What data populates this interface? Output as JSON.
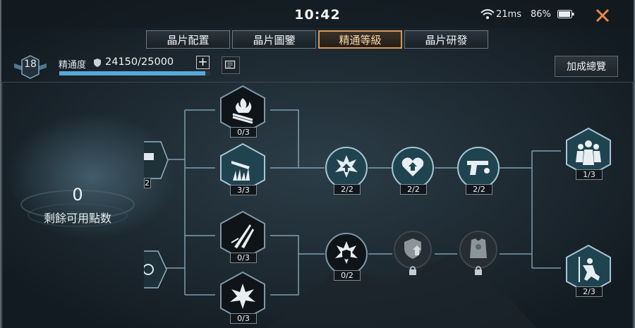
{
  "status": {
    "time": "10:42",
    "ping": "21ms",
    "battery": "86%"
  },
  "tabs": [
    {
      "label": "晶片配置",
      "active": false
    },
    {
      "label": "晶片圖鑒",
      "active": false
    },
    {
      "label": "精通等級",
      "active": true
    },
    {
      "label": "晶片研發",
      "active": false
    }
  ],
  "mastery": {
    "level": "18",
    "label": "精通度",
    "value": "24150/25000",
    "progress": 0.966
  },
  "bonus_button": "加成總覽",
  "points": {
    "value": "0",
    "label": "剩餘可用點数"
  },
  "partial_nodes": [
    {
      "label": "2"
    }
  ],
  "nodes": [
    {
      "id": "flame-ammo",
      "label": "0/3",
      "icon": "flame-ammo-icon",
      "state": "available"
    },
    {
      "id": "grass-blade",
      "label": "3/3",
      "icon": "grass-blade-icon",
      "state": "maxed"
    },
    {
      "id": "blades",
      "label": "0/3",
      "icon": "blades-icon",
      "state": "available"
    },
    {
      "id": "explosion",
      "label": "0/3",
      "icon": "explosion-icon",
      "state": "available"
    },
    {
      "id": "burst-up",
      "label": "2/2",
      "icon": "burst-up-icon",
      "state": "maxed"
    },
    {
      "id": "heart-up",
      "label": "2/2",
      "icon": "heart-up-icon",
      "state": "maxed"
    },
    {
      "id": "pistol",
      "label": "2/2",
      "icon": "pistol-icon",
      "state": "maxed"
    },
    {
      "id": "team",
      "label": "1/3",
      "icon": "team-icon",
      "state": "available"
    },
    {
      "id": "burst-shield",
      "label": "0/2",
      "icon": "burst-shield-icon",
      "state": "available"
    },
    {
      "id": "shield-up",
      "label": "",
      "icon": "shield-up-icon",
      "state": "locked"
    },
    {
      "id": "armor",
      "label": "",
      "icon": "armor-vest-icon",
      "state": "locked"
    },
    {
      "id": "kneel",
      "label": "2/3",
      "icon": "kneel-icon",
      "state": "available"
    }
  ]
}
